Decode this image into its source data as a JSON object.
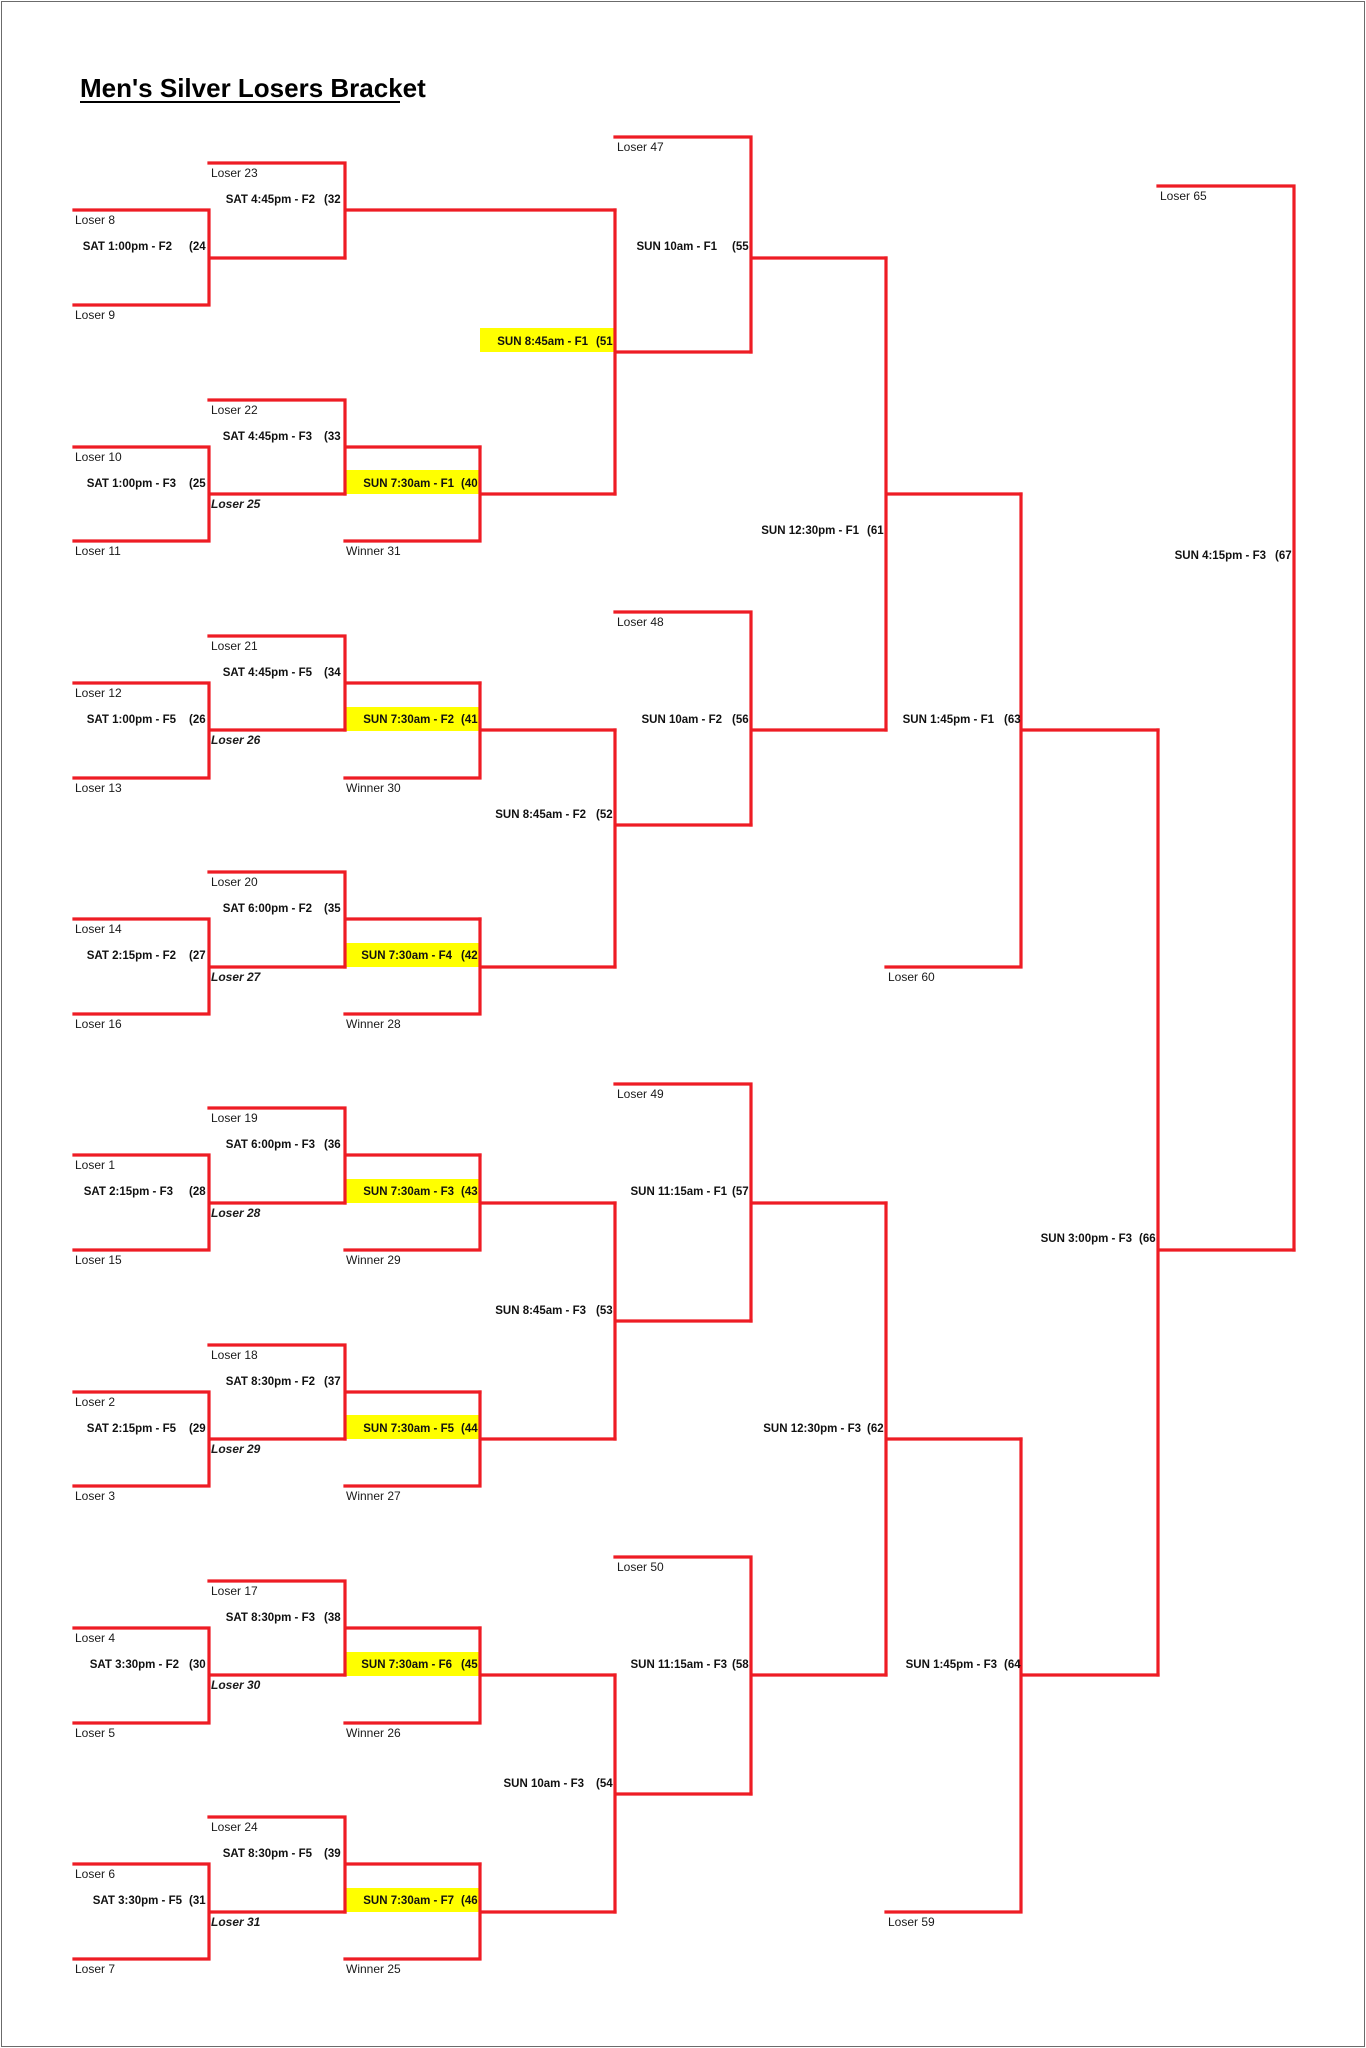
{
  "title": "Men's Silver Losers Bracket",
  "colors": {
    "line": "#ee1c24",
    "highlight": "#ffff00",
    "text": "#1a1a1a"
  },
  "seeds": {
    "r1": [
      [
        "Loser 8",
        "Loser 9"
      ],
      [
        "Loser 10",
        "Loser 11"
      ],
      [
        "Loser 12",
        "Loser 13"
      ],
      [
        "Loser 14",
        "Loser 16"
      ],
      [
        "Loser 1",
        "Loser 15"
      ],
      [
        "Loser 2",
        "Loser 3"
      ],
      [
        "Loser 4",
        "Loser 5"
      ],
      [
        "Loser 6",
        "Loser 7"
      ]
    ],
    "r2_top": [
      "Loser 23",
      "Loser 22",
      "Loser 21",
      "Loser 20",
      "Loser 19",
      "Loser 18",
      "Loser 17",
      "Loser 24"
    ],
    "r2_winners": [
      "Loser 25",
      "Loser 26",
      "Loser 27",
      "Loser 28",
      "Loser 29",
      "Loser 30",
      "Loser 31"
    ],
    "r3_bottom": [
      "Winner 31",
      "Winner 30",
      "Winner 28",
      "Winner 29",
      "Winner 27",
      "Winner 26",
      "Winner 25"
    ],
    "r5_top": [
      "Loser 47",
      "Loser 48",
      "Loser 49",
      "Loser 50"
    ],
    "r7_bottom": [
      "Loser 60",
      "Loser 59"
    ],
    "final_top": "Loser 65"
  },
  "games": {
    "g24": "SAT 1:00pm - F2",
    "g24n": "(24",
    "g25": "SAT 1:00pm - F3",
    "g25n": "(25",
    "g26": "SAT 1:00pm - F5",
    "g26n": "(26",
    "g27": "SAT 2:15pm - F2",
    "g27n": "(27",
    "g28": "SAT 2:15pm - F3",
    "g28n": "(28",
    "g29": "SAT 2:15pm - F5",
    "g29n": "(29",
    "g30": "SAT 3:30pm - F2",
    "g30n": "(30",
    "g31": "SAT 3:30pm - F5",
    "g31n": "(31",
    "g32": "SAT 4:45pm - F2",
    "g32n": "(32",
    "g33": "SAT 4:45pm - F3",
    "g33n": "(33",
    "g34": "SAT 4:45pm - F5",
    "g34n": "(34",
    "g35": "SAT 6:00pm - F2",
    "g35n": "(35",
    "g36": "SAT 6:00pm - F3",
    "g36n": "(36",
    "g37": "SAT 8:30pm - F2",
    "g37n": "(37",
    "g38": "SAT 8:30pm - F3",
    "g38n": "(38",
    "g39": "SAT 8:30pm - F5",
    "g39n": "(39",
    "g40": "SUN 7:30am - F1",
    "g40n": "(40",
    "g41": "SUN 7:30am - F2",
    "g41n": "(41",
    "g42": "SUN 7:30am - F4",
    "g42n": "(42",
    "g43": "SUN 7:30am - F3",
    "g43n": "(43",
    "g44": "SUN 7:30am - F5",
    "g44n": "(44",
    "g45": "SUN 7:30am - F6",
    "g45n": "(45",
    "g46": "SUN 7:30am - F7",
    "g46n": "(46",
    "g51": "SUN 8:45am - F1",
    "g51n": "(51",
    "g52": "SUN 8:45am - F2",
    "g52n": "(52",
    "g53": "SUN 8:45am - F3",
    "g53n": "(53",
    "g54": "SUN 10am - F3",
    "g54n": "(54",
    "g55": "SUN 10am - F1",
    "g55n": "(55",
    "g56": "SUN 10am - F2",
    "g56n": "(56",
    "g57": "SUN 11:15am - F1",
    "g57n": "(57",
    "g58": "SUN 11:15am - F3",
    "g58n": "(58",
    "g61": "SUN 12:30pm - F1",
    "g61n": "(61",
    "g62": "SUN 12:30pm - F3",
    "g62n": "(62",
    "g63": "SUN 1:45pm - F1",
    "g63n": "(63",
    "g64": "SUN 1:45pm - F3",
    "g64n": "(64",
    "g66": "SUN 3:00pm - F3",
    "g66n": "(66",
    "g67": "SUN 4:15pm - F3",
    "g67n": "(67"
  }
}
